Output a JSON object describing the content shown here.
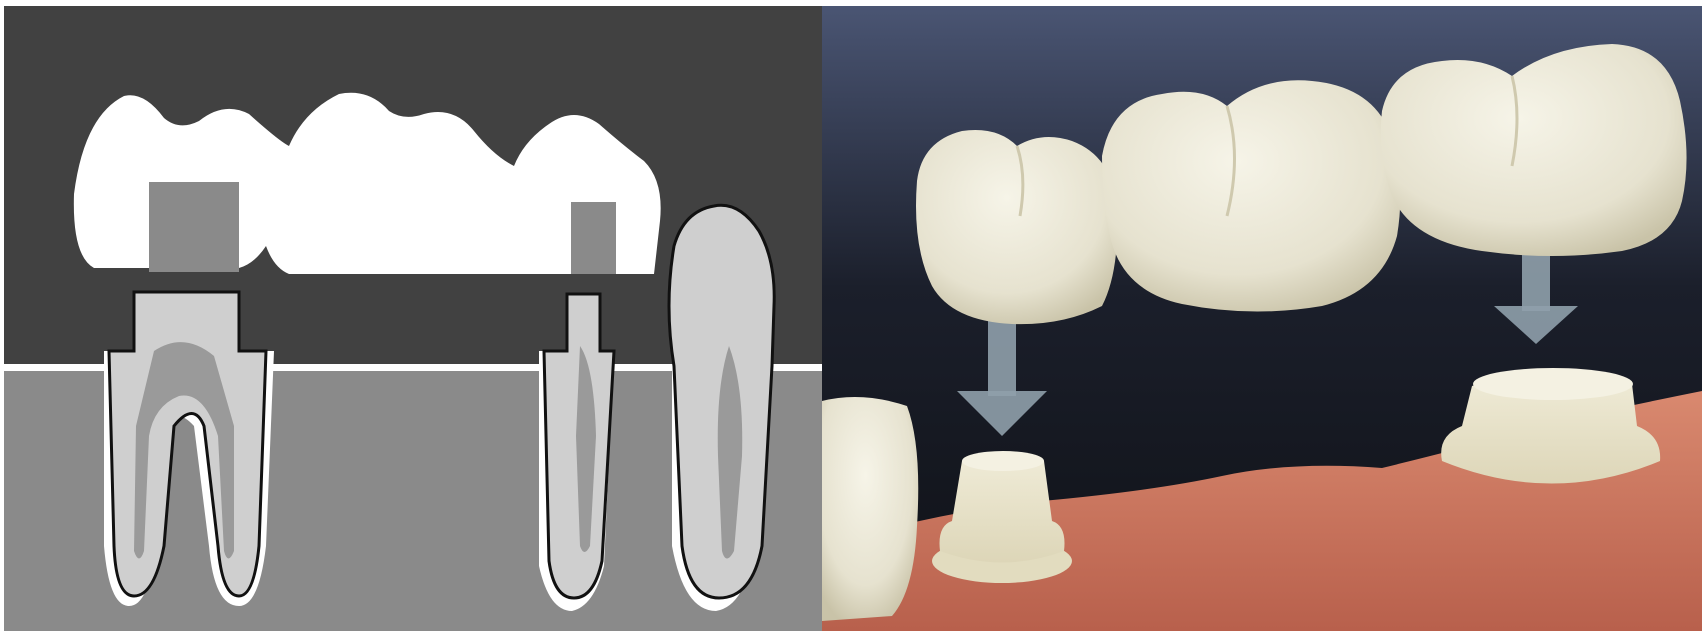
{
  "image": {
    "panels": [
      {
        "name": "schematic-illustration",
        "style": "flat-grayscale",
        "depicts": [
          "three-unit-bridge",
          "abutment-molar",
          "abutment-premolar",
          "adjacent-natural-tooth",
          "gum-line"
        ]
      },
      {
        "name": "3d-rendering",
        "style": "photorealistic",
        "depicts": [
          "three-unit-bridge",
          "prepared-abutment-left",
          "prepared-abutment-right",
          "down-arrow-left",
          "down-arrow-right",
          "adjacent-tooth",
          "gums"
        ]
      }
    ],
    "colors": {
      "left_background": "#414141",
      "left_bone": "#8a8a8a",
      "tooth_light_gray": "#cfcfcf",
      "pulp_gray": "#9a9a9a",
      "crown_white": "#ffffff",
      "right_background_top": "#4a5573",
      "right_background_bottom": "#0f1116",
      "enamel": "#e9e6d6",
      "gum": "#cf7a62",
      "arrow": "#8fa0ab"
    }
  }
}
